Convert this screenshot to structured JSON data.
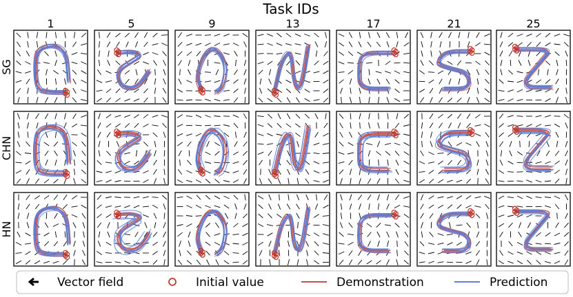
{
  "chart_data": {
    "type": "grid-of-trajectory-plots",
    "title": "Task IDs",
    "columns": [
      "1",
      "5",
      "9",
      "13",
      "17",
      "21",
      "25"
    ],
    "rows": [
      "SG",
      "CHN",
      "HN"
    ],
    "legend": {
      "placement": "bottom",
      "items": [
        {
          "label": "Vector field",
          "kind": "arrow",
          "color": "#000000"
        },
        {
          "label": "Initial value",
          "kind": "circle",
          "color": "#c0392b"
        },
        {
          "label": "Demonstration",
          "kind": "line",
          "color": "#c0504d"
        },
        {
          "label": "Prediction",
          "kind": "line",
          "color": "#5b7fdc"
        }
      ]
    },
    "colors": {
      "demonstration": "#c0504d",
      "prediction": "#5b7fdc",
      "initial": "#c0392b",
      "field": "#000000"
    },
    "shapes": [
      "G",
      "C-reverse",
      "loop",
      "N",
      "C-box",
      "S",
      "Z"
    ],
    "ticks": "none",
    "grid": "off"
  }
}
